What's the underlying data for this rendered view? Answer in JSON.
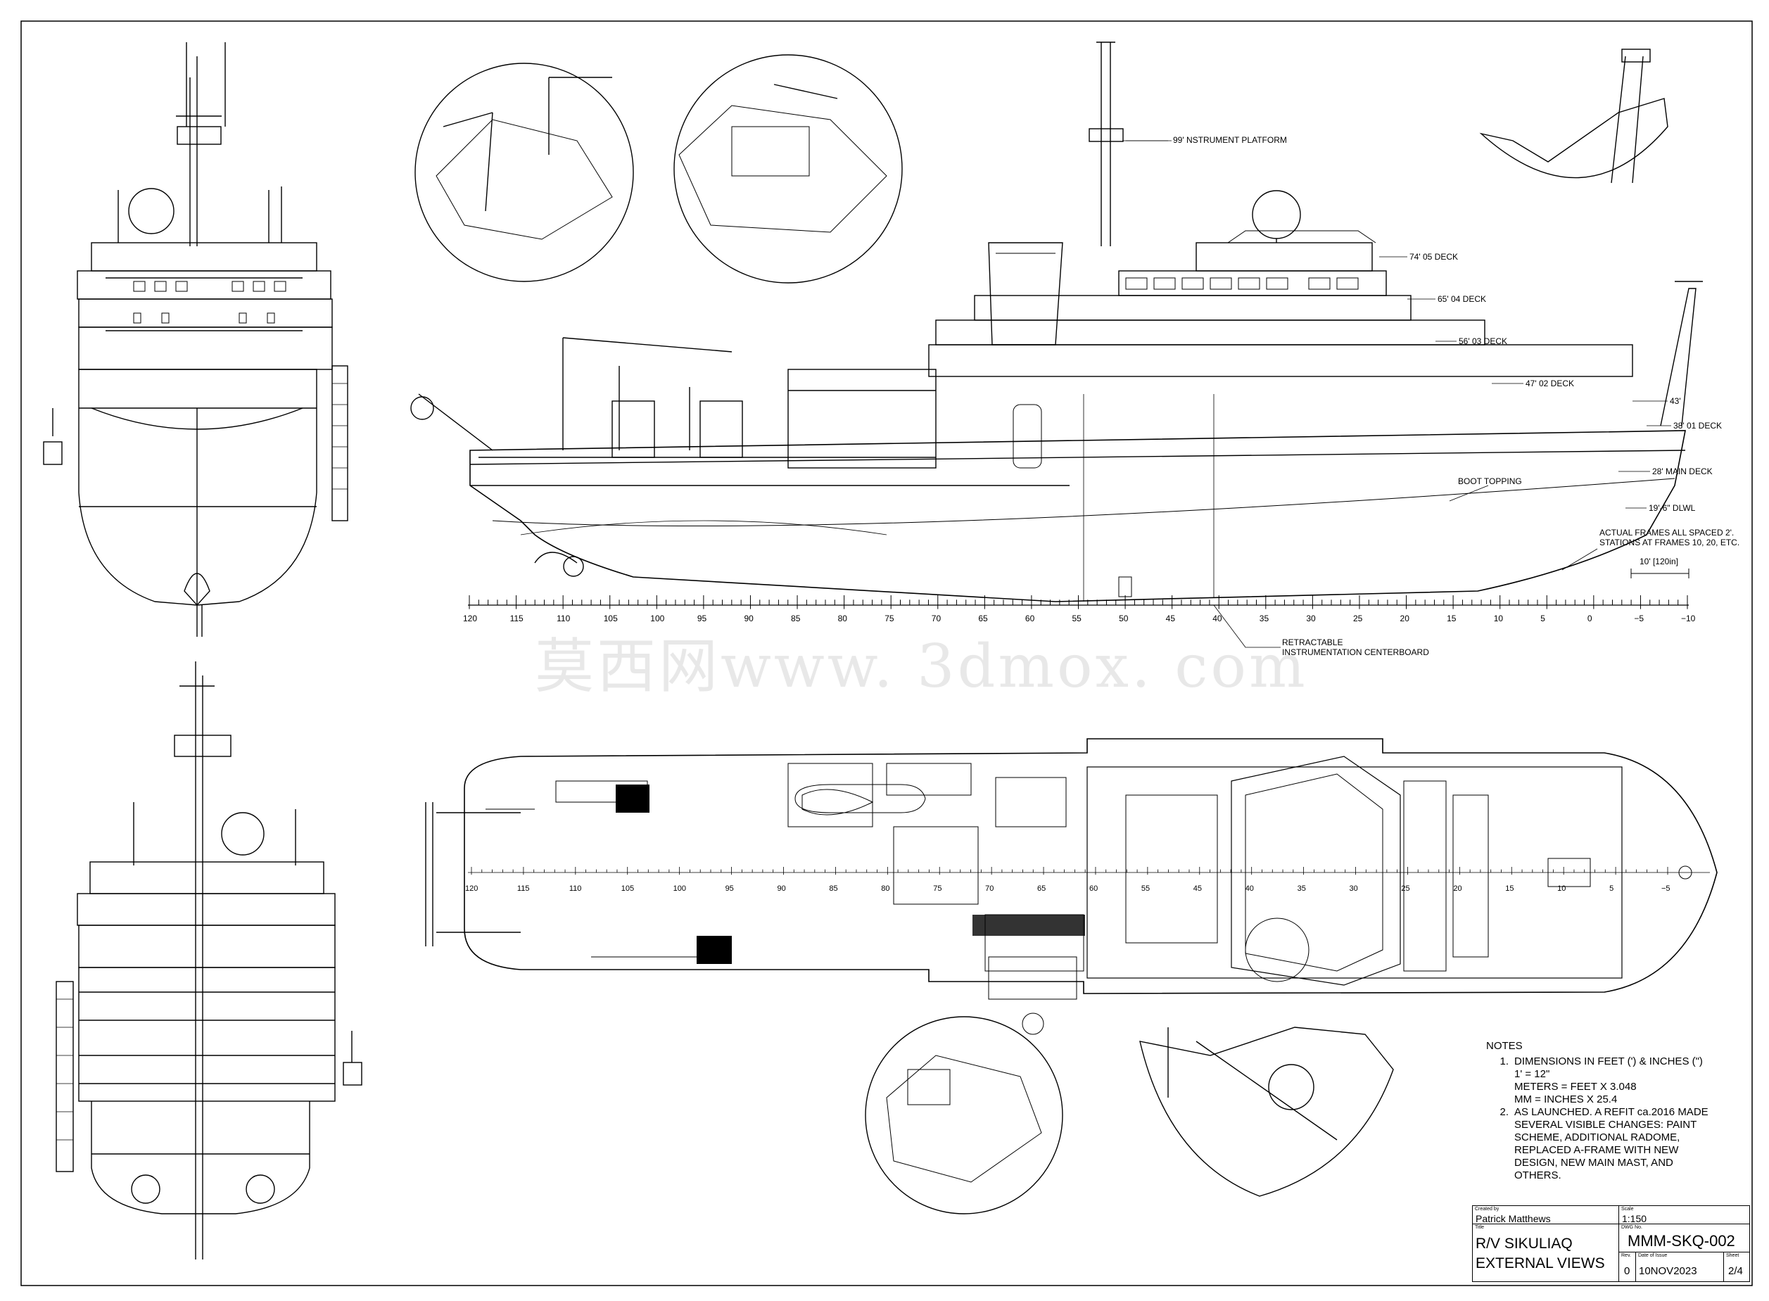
{
  "drawing": {
    "callouts": {
      "instrument_platform": "99'  NSTRUMENT PLATFORM",
      "deck_74": "74' 05 DECK",
      "deck_65": "65' 04 DECK",
      "deck_56": "56' 03 DECK",
      "deck_47": "47' 02 DECK",
      "height_43": "43'",
      "deck_38": "38' 01 DECK",
      "main_deck": "28' MAIN DECK",
      "boot_topping": "BOOT TOPPING",
      "dlwl": "19'-6\" DLWL",
      "frames_line1": "ACTUAL FRAMES ALL SPACED 2'.",
      "frames_line2": "STATIONS AT FRAMES 10, 20, ETC.",
      "scale_bar": "10' [120in]",
      "centerboard_line1": "RETRACTABLE",
      "centerboard_line2": "INSTRUMENTATION CENTERBOARD"
    },
    "profile_scale_labels": [
      "120",
      "115",
      "110",
      "105",
      "100",
      "95",
      "90",
      "85",
      "80",
      "75",
      "70",
      "65",
      "60",
      "55",
      "50",
      "45",
      "40",
      "35",
      "30",
      "25",
      "20",
      "15",
      "10",
      "5",
      "0",
      "−5",
      "−10"
    ],
    "plan_scale_labels": [
      "120",
      "115",
      "110",
      "105",
      "100",
      "95",
      "90",
      "85",
      "80",
      "75",
      "70",
      "65",
      "60",
      "55",
      "45",
      "40",
      "35",
      "30",
      "25",
      "20",
      "15",
      "10",
      "5",
      "−5"
    ],
    "watermark": "莫西网www. 3dmox. com"
  },
  "notes": {
    "heading": "NOTES",
    "items": [
      {
        "num": "1.",
        "lines": [
          "DIMENSIONS IN FEET (') & INCHES (\")",
          "1' = 12\"",
          "METERS = FEET X 3.048",
          "MM = INCHES X 25.4"
        ]
      },
      {
        "num": "2.",
        "lines": [
          "AS LAUNCHED. A REFIT ca.2016 MADE",
          "SEVERAL VISIBLE CHANGES: PAINT",
          "SCHEME, ADDITIONAL RADOME,",
          "REPLACED A-FRAME WITH NEW",
          "DESIGN, NEW MAIN MAST, AND",
          "OTHERS."
        ]
      }
    ]
  },
  "title_block": {
    "created_by_label": "Created by",
    "created_by": "Patrick Matthews",
    "scale_label": "Scale",
    "scale": "1:150",
    "title_label": "Title",
    "title_line1": "R/V SIKULIAQ",
    "title_line2": "EXTERNAL VIEWS",
    "dwg_label": "DWG No.",
    "dwg_no": "MMM-SKQ-002",
    "rev_label": "Rev.",
    "rev": "0",
    "date_label": "Date of Issue",
    "date": "10NOV2023",
    "sheet_label": "Sheet",
    "sheet": "2/4"
  }
}
